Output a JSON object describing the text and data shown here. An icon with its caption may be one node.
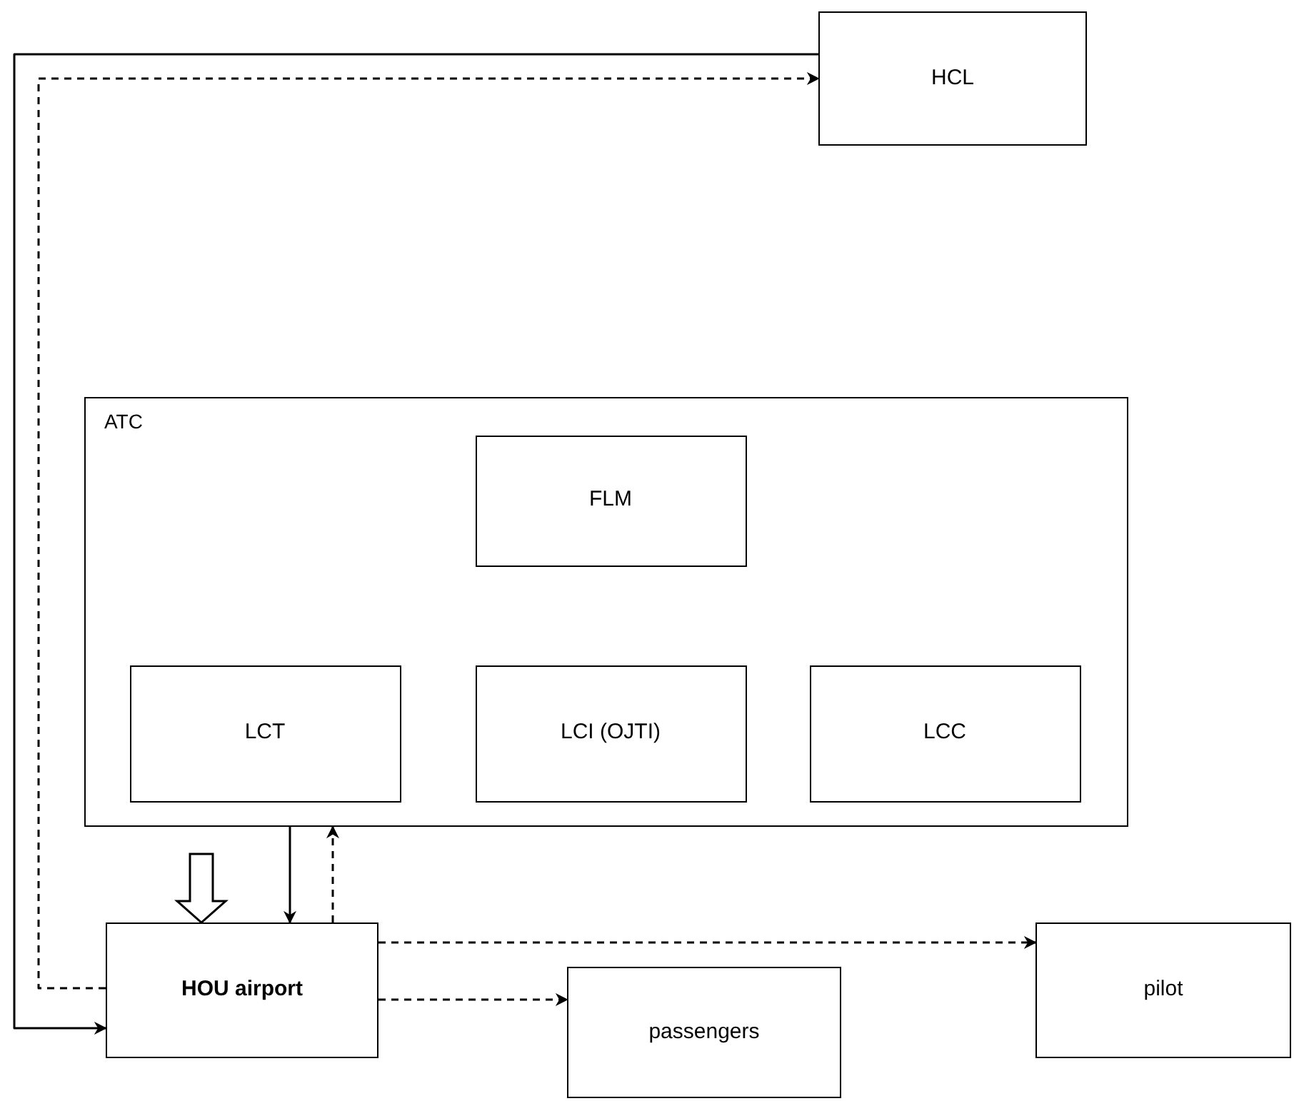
{
  "diagram": {
    "nodes": [
      {
        "text": [
          "HCL"
        ]
      },
      {
        "text": [
          "ATC"
        ]
      },
      {
        "text": [
          "FLM"
        ],
        "in": 1
      },
      {
        "text": [
          "LCT"
        ],
        "in": 1
      },
      {
        "text": [
          "LCI (OJTI)"
        ],
        "in": 1
      },
      {
        "text": [
          "LCC"
        ],
        "in": 1
      },
      {
        "text": [
          "HOU airport"
        ]
      },
      {
        "text": [
          "passengers"
        ]
      },
      {
        "text": [
          "pilot"
        ]
      }
    ],
    "edges": [
      {
        "from": 0,
        "to": 6,
        "arrow": "to"
      },
      {
        "from": 6,
        "to": 0,
        "arrow": "to",
        "style": "dashed"
      },
      {
        "from": 1,
        "to": 6,
        "arrow": "to",
        "style": "thick"
      },
      {
        "from": 1,
        "to": 6,
        "arrow": "to"
      },
      {
        "from": 6,
        "to": 1,
        "arrow": "to",
        "style": "dashed"
      },
      {
        "from": 6,
        "to": 8,
        "arrow": "to",
        "style": "dashed"
      },
      {
        "from": 6,
        "to": 7,
        "arrow": "to",
        "style": "dashed"
      }
    ]
  }
}
